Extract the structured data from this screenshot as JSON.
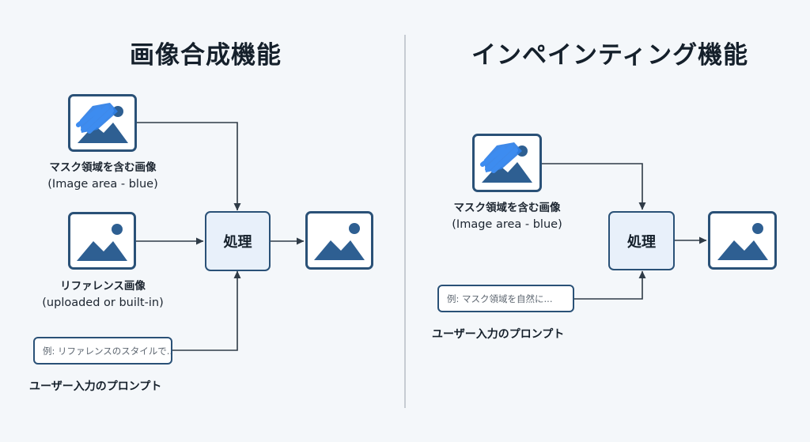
{
  "left_panel": {
    "title": "画像合成機能",
    "masked_image": {
      "icon": "image-with-blue-mask-icon",
      "label_jp": "マスク領域を含む画像",
      "label_en": "(Image area - blue)"
    },
    "reference_image": {
      "icon": "landscape-image-icon",
      "label_jp": "リファレンス画像",
      "label_en": "(uploaded or built-in)"
    },
    "prompt": {
      "placeholder": "例: リファレンスのスタイルで...",
      "caption": "ユーザー入力のプロンプト"
    },
    "process_label": "処理",
    "output_image": {
      "icon": "landscape-image-icon"
    }
  },
  "right_panel": {
    "title": "インペインティング機能",
    "masked_image": {
      "icon": "image-with-blue-mask-icon",
      "label_jp": "マスク領域を含む画像",
      "label_en": "(Image area - blue)"
    },
    "prompt": {
      "placeholder": "例: マスク領域を自然に...",
      "caption": "ユーザー入力のプロンプト"
    },
    "process_label": "処理",
    "output_image": {
      "icon": "landscape-image-icon"
    }
  },
  "colors": {
    "border": "#2a5177",
    "mountain": "#2e5f92",
    "mask_blue": "#2f7fe6",
    "process_fill": "#e8f0fa",
    "arrow": "#2f3b47",
    "divider": "#c6ccd3"
  }
}
